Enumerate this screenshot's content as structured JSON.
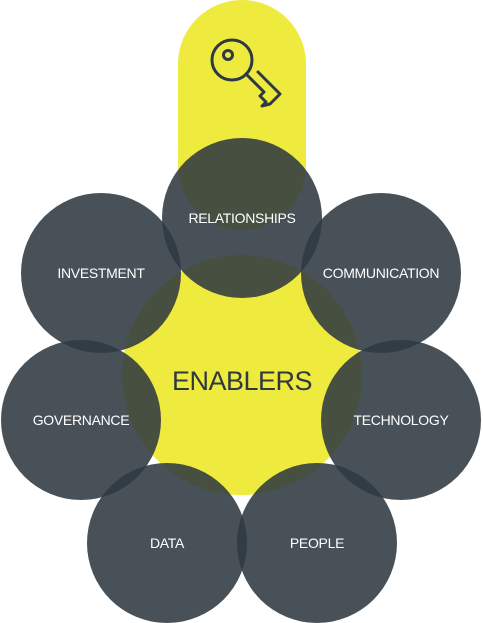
{
  "diagram": {
    "center_label": "ENABLERS",
    "nodes": [
      {
        "id": "relationships",
        "label": "RELATIONSHIPS"
      },
      {
        "id": "communication",
        "label": "COMMUNICATION"
      },
      {
        "id": "technology",
        "label": "TECHNOLOGY"
      },
      {
        "id": "people",
        "label": "PEOPLE"
      },
      {
        "id": "data",
        "label": "DATA"
      },
      {
        "id": "governance",
        "label": "GOVERNANCE"
      },
      {
        "id": "investment",
        "label": "INVESTMENT"
      }
    ],
    "top_icon": "key-icon",
    "colors": {
      "accent": "#EEEA3E",
      "node": "#2F3941",
      "text_light": "#FFFFFF",
      "text_dark": "#2F3941"
    }
  }
}
